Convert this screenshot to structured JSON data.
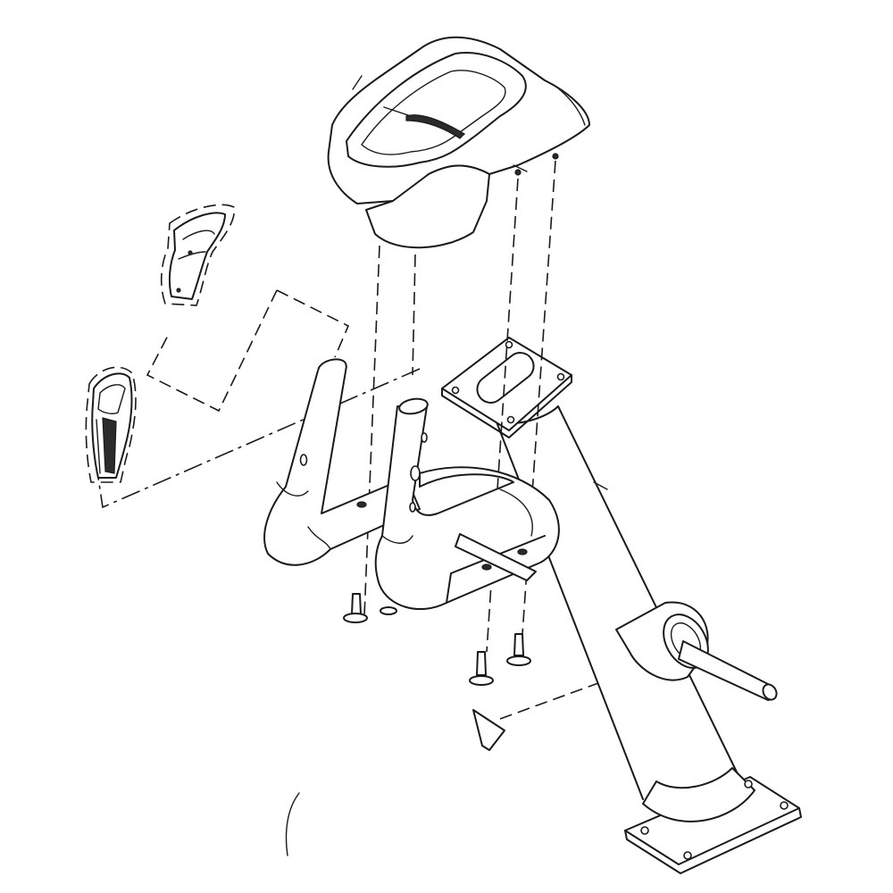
{
  "diagram": {
    "type": "exploded-assembly-drawing",
    "parts": [
      "console-housing",
      "mounting-plate",
      "left-handlebar",
      "right-handlebar",
      "left-grip-cover",
      "right-grip-cover",
      "upright-frame",
      "seat-post-sleeve",
      "base-plate",
      "screw",
      "warning-label"
    ],
    "screw_count": 4
  }
}
